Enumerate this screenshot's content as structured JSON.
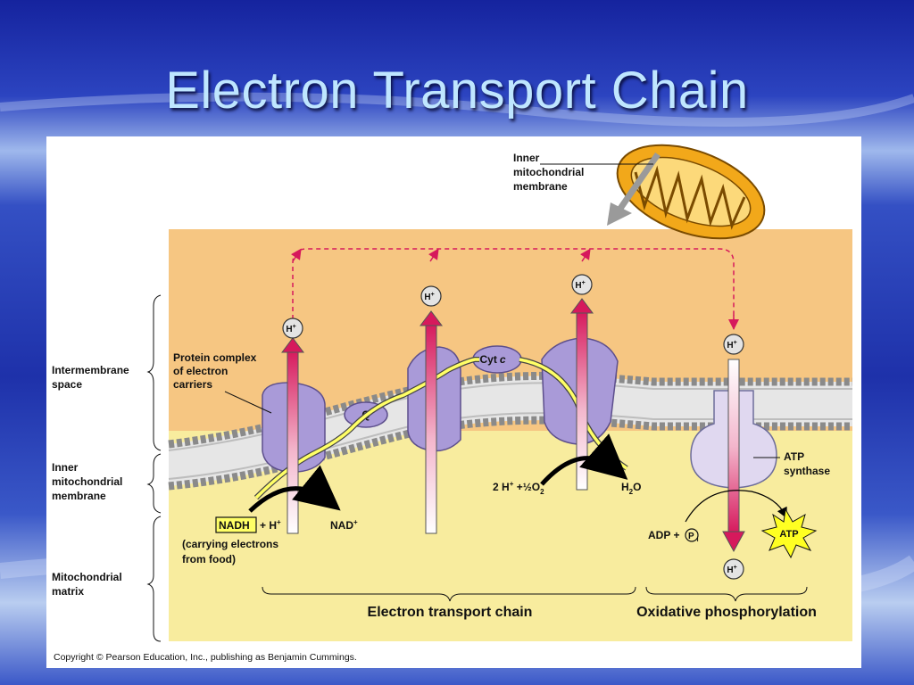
{
  "slide": {
    "title": "Electron Transport Chain",
    "bg_colors": {
      "dark": "#15239e",
      "mid": "#3a58c8",
      "light": "#b9cdf0"
    }
  },
  "diagram": {
    "colors": {
      "intermembrane": "#f6c682",
      "matrix": "#f8ec9e",
      "protein": "#a99ad8",
      "proton_arrow": "#d6195c",
      "electron_path": "#ffff66",
      "mitochondrion": "#f2a81a",
      "atp_star": "#ffff22"
    },
    "inner_membrane_callout": [
      "Inner",
      "mitochondrial",
      "membrane"
    ],
    "regions": {
      "intermembrane": [
        "Intermembrane",
        "space"
      ],
      "inner_membrane": [
        "Inner",
        "mitochondrial",
        "membrane"
      ],
      "matrix": [
        "Mitochondrial",
        "matrix"
      ]
    },
    "protein_complex_label": [
      "Protein complex",
      "of electron",
      "carriers"
    ],
    "q_label": "Q",
    "cyt_label": "Cyt",
    "cyt_italic": "c",
    "proton": "H",
    "proton_charge": "+",
    "nadh_box": "NADH",
    "nadh_rest": "+ H",
    "nad_label": "NAD",
    "carrying_label": [
      "(carrying electrons",
      "from food)"
    ],
    "water_reaction": "2 H",
    "water_reaction_rest": " +",
    "oxygen_half": "½",
    "oxygen_symbol": "O",
    "subscript_2": "2",
    "h2o_h": "H",
    "h2o_o": "O",
    "adp_label": "ADP +",
    "pi_letter": "P",
    "pi_sub": "i",
    "atp_synthase_label": [
      "ATP",
      "synthase"
    ],
    "atp_label": "ATP",
    "bottom_labels": {
      "etc": "Electron transport chain",
      "oxphos": "Oxidative phosphorylation"
    },
    "copyright": "Copyright © Pearson Education, Inc., publishing as Benjamin Cummings."
  }
}
